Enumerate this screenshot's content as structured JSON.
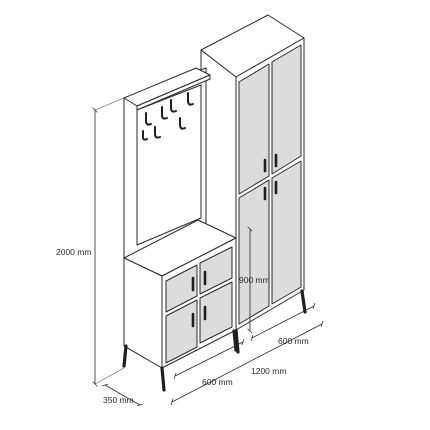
{
  "dimensions": {
    "height": "2000 mm",
    "depth": "350 mm",
    "width_left": "600 mm",
    "width_total": "1200 mm",
    "width_right": "600 mm",
    "bench_height": "900 mm"
  },
  "colors": {
    "line": "#2a2a2a",
    "panel_fill": "#ffffff",
    "door_fill": "#dcdcdc",
    "handle": "#1e1e1e",
    "leg": "#1e1e1e"
  }
}
